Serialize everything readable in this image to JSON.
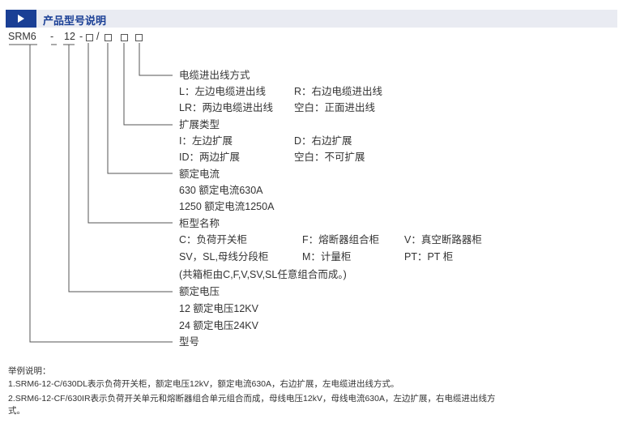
{
  "header": {
    "title": "产品型号说明"
  },
  "model_code": {
    "prefix": "SRM6",
    "sep1": "-",
    "num": "12",
    "sep2": "-",
    "slash": "/"
  },
  "cable": {
    "heading": "电缆进出线方式",
    "l": "L：左边电缆进出线",
    "r": "R：右边电缆进出线",
    "lr": "LR：两边电缆进出线",
    "blank": "空白：正面进出线"
  },
  "expansion": {
    "heading": "扩展类型",
    "i": "I：左边扩展",
    "d": "D：右边扩展",
    "id": "ID：两边扩展",
    "blank": "空白：不可扩展"
  },
  "current": {
    "heading": "额定电流",
    "c630": "630 额定电流630A",
    "c1250": "1250 额定电流1250A"
  },
  "cabinet": {
    "heading": "柜型名称",
    "c": "C：负荷开关柜",
    "f": "F：熔断器组合柜",
    "v": "V：真空断路器柜",
    "sv": "SV，SL,母线分段柜",
    "m": "M：计量柜",
    "pt": "PT：PT 柜",
    "note": "(共箱柜由C,F,V,SV,SL任意组合而成。)"
  },
  "voltage": {
    "heading": "额定电压",
    "v12": "12 额定电压12KV",
    "v24": "24 额定电压24KV"
  },
  "model": {
    "heading": "型号"
  },
  "examples": {
    "title": "举例说明：",
    "line1": "1.SRM6-12-C/630DL表示负荷开关柜，额定电压12kV，额定电流630A，右边扩展，左电缆进出线方式。",
    "line2a": "2.SRM6-12-CF/630IR表示负荷开关单元和熔断器组合单元组合而成，母线电压12kV，母线电流630A，左边扩展，右电缆进出线方",
    "line2b": "式。"
  }
}
